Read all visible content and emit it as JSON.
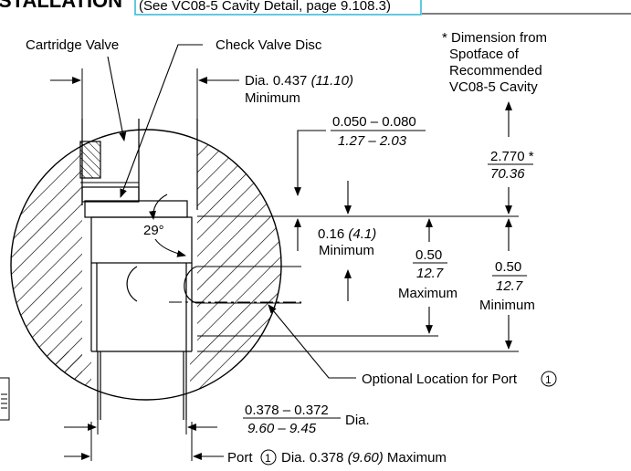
{
  "header": {
    "title_fragment": "STALLATION",
    "cavity_ref": "(See VC08-5 Cavity Detail, page 9.108.3)"
  },
  "labels": {
    "cartridge_valve": "Cartridge Valve",
    "check_valve_disc": "Check Valve Disc",
    "dim_note_1": "* Dimension from",
    "dim_note_2": "Spotface of",
    "dim_note_3": "Recommended",
    "dim_note_4": "VC08-5 Cavity",
    "optional_port": "Optional Location for Port",
    "port_number": "1",
    "port_prefix": "Port",
    "port_suffix_pre": "Dia. 0.378",
    "port_suffix_mm": "(9.60)",
    "port_suffix_post": "Maximum"
  },
  "dimensions": {
    "dia_top": {
      "text": "Dia. 0.437",
      "mm": "(11.10)",
      "note": "Minimum"
    },
    "disc_gap": {
      "inch": "0.050 – 0.080",
      "mm": "1.27 – 2.03"
    },
    "angle": "29°",
    "min_016": {
      "text": "0.16",
      "mm": "(4.1)",
      "note": "Minimum"
    },
    "max_050": {
      "inch": "0.50",
      "mm": "12.7",
      "note": "Maximum"
    },
    "min_050": {
      "inch": "0.50",
      "mm": "12.7",
      "note": "Minimum"
    },
    "spot_2770": {
      "inch": "2.770",
      "star": "*",
      "mm": "70.36"
    },
    "bottom_dia": {
      "inch": "0.378 – 0.372",
      "mm": "9.60 – 9.45",
      "note": "Dia."
    }
  }
}
